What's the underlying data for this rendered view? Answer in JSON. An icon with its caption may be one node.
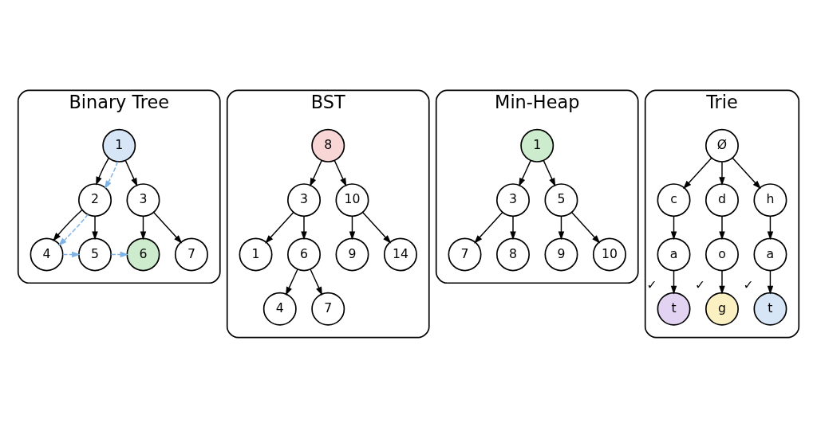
{
  "diagram": {
    "nodes": [
      {
        "text": [
          "Binary Tree"
        ]
      },
      {
        "text": [
          "1"
        ],
        "in": 0
      },
      {
        "text": [
          "2"
        ],
        "in": 0
      },
      {
        "text": [
          "3"
        ],
        "in": 0
      },
      {
        "text": [
          "4"
        ],
        "in": 0
      },
      {
        "text": [
          "5"
        ],
        "in": 0
      },
      {
        "text": [
          "6"
        ],
        "in": 0
      },
      {
        "text": [
          "7"
        ],
        "in": 0
      },
      {
        "text": [
          "BST"
        ]
      },
      {
        "text": [
          "8"
        ],
        "in": 8
      },
      {
        "text": [
          "3"
        ],
        "in": 8
      },
      {
        "text": [
          "10"
        ],
        "in": 8
      },
      {
        "text": [
          "1"
        ],
        "in": 8
      },
      {
        "text": [
          "6"
        ],
        "in": 8
      },
      {
        "text": [
          "9"
        ],
        "in": 8
      },
      {
        "text": [
          "14"
        ],
        "in": 8
      },
      {
        "text": [
          "4"
        ],
        "in": 8
      },
      {
        "text": [
          "7"
        ],
        "in": 8
      },
      {
        "text": [
          "Min-Heap"
        ]
      },
      {
        "text": [
          "1"
        ],
        "in": 18
      },
      {
        "text": [
          "3"
        ],
        "in": 18
      },
      {
        "text": [
          "5"
        ],
        "in": 18
      },
      {
        "text": [
          "7"
        ],
        "in": 18
      },
      {
        "text": [
          "8"
        ],
        "in": 18
      },
      {
        "text": [
          "9"
        ],
        "in": 18
      },
      {
        "text": [
          "10"
        ],
        "in": 18
      },
      {
        "text": [
          "Trie"
        ]
      },
      {
        "text": [
          "Ø"
        ],
        "in": 26
      },
      {
        "text": [
          "c"
        ],
        "in": 26
      },
      {
        "text": [
          "d"
        ],
        "in": 26
      },
      {
        "text": [
          "h"
        ],
        "in": 26
      },
      {
        "text": [
          "a"
        ],
        "in": 26
      },
      {
        "text": [
          "o"
        ],
        "in": 26
      },
      {
        "text": [
          "a"
        ],
        "in": 26
      },
      {
        "text": [
          "t"
        ],
        "in": 26,
        "beside": [
          "✓"
        ]
      },
      {
        "text": [
          "g"
        ],
        "in": 26,
        "beside": [
          "✓"
        ]
      },
      {
        "text": [
          "t"
        ],
        "in": 26,
        "beside": [
          "✓"
        ]
      }
    ],
    "edges": [
      {
        "from": 1,
        "to": 2,
        "arrow": "to"
      },
      {
        "from": 1,
        "to": 3,
        "arrow": "to"
      },
      {
        "from": 2,
        "to": 4,
        "arrow": "to"
      },
      {
        "from": 2,
        "to": 5,
        "arrow": "to"
      },
      {
        "from": 3,
        "to": 6,
        "arrow": "to"
      },
      {
        "from": 3,
        "to": 7,
        "arrow": "to"
      },
      {
        "from": 1,
        "to": 2,
        "arrow": "to",
        "style": "dashed",
        "color": "#7fb3e6"
      },
      {
        "from": 2,
        "to": 4,
        "arrow": "to",
        "style": "dashed",
        "color": "#7fb3e6"
      },
      {
        "from": 4,
        "to": 5,
        "arrow": "to",
        "style": "dashed",
        "color": "#7fb3e6"
      },
      {
        "from": 5,
        "to": 6,
        "arrow": "to",
        "style": "dashed",
        "color": "#7fb3e6"
      },
      {
        "from": 9,
        "to": 10,
        "arrow": "to"
      },
      {
        "from": 9,
        "to": 11,
        "arrow": "to"
      },
      {
        "from": 10,
        "to": 12,
        "arrow": "to"
      },
      {
        "from": 10,
        "to": 13,
        "arrow": "to"
      },
      {
        "from": 11,
        "to": 14,
        "arrow": "to"
      },
      {
        "from": 11,
        "to": 15,
        "arrow": "to"
      },
      {
        "from": 13,
        "to": 16,
        "arrow": "to"
      },
      {
        "from": 13,
        "to": 17,
        "arrow": "to"
      },
      {
        "from": 19,
        "to": 20,
        "arrow": "to"
      },
      {
        "from": 19,
        "to": 21,
        "arrow": "to"
      },
      {
        "from": 20,
        "to": 22,
        "arrow": "to"
      },
      {
        "from": 20,
        "to": 23,
        "arrow": "to"
      },
      {
        "from": 21,
        "to": 24,
        "arrow": "to"
      },
      {
        "from": 21,
        "to": 25,
        "arrow": "to"
      },
      {
        "from": 27,
        "to": 28,
        "arrow": "to"
      },
      {
        "from": 27,
        "to": 29,
        "arrow": "to"
      },
      {
        "from": 27,
        "to": 30,
        "arrow": "to"
      },
      {
        "from": 28,
        "to": 31,
        "arrow": "to"
      },
      {
        "from": 29,
        "to": 32,
        "arrow": "to"
      },
      {
        "from": 30,
        "to": 33,
        "arrow": "to"
      },
      {
        "from": 31,
        "to": 34,
        "arrow": "to"
      },
      {
        "from": 32,
        "to": 35,
        "arrow": "to"
      },
      {
        "from": 33,
        "to": 36,
        "arrow": "to"
      }
    ]
  }
}
